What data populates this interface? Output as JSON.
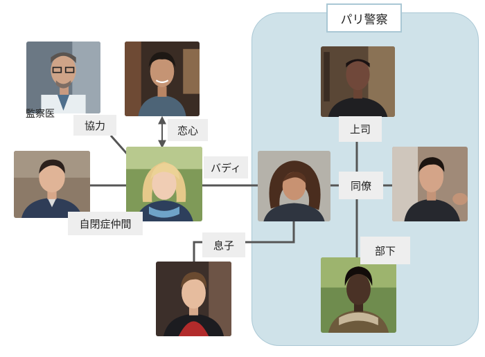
{
  "group": {
    "title": "パリ警察"
  },
  "relations": {
    "cooperation": "協力",
    "romance": "恋心",
    "buddy": "バディ",
    "colleague": "同僚",
    "boss": "上司",
    "subordinate": "部下",
    "autism_friend": "自閉症仲間",
    "son": "息子"
  },
  "characters": {
    "coroner": {
      "caption": "監察医"
    }
  },
  "colors": {
    "group_fill": "#cfe2e9",
    "group_border": "#a9c7d4",
    "tag_fill": "#eeeeee",
    "link": "#555555"
  }
}
